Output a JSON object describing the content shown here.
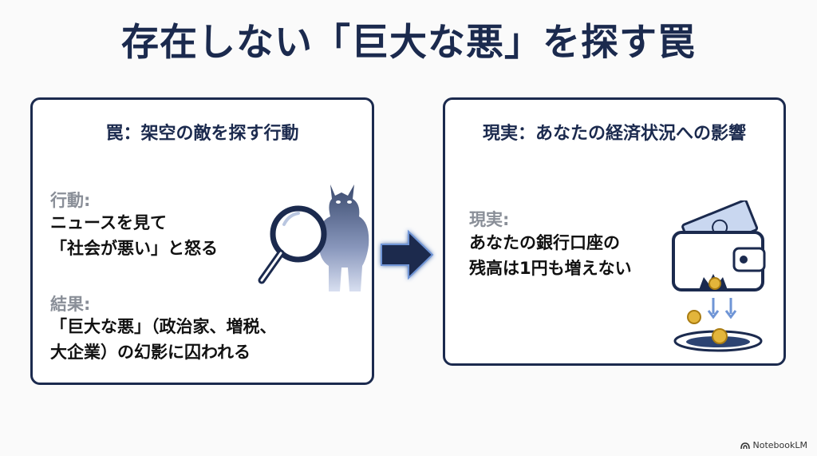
{
  "title": "存在しない「巨大な悪」を探す罠",
  "left_card": {
    "title": "罠：架空の敵を探す行動",
    "action_label": "行動:",
    "action_line1": "ニュースを見て",
    "action_line2": "「社会が悪い」と怒る",
    "result_label": "結果:",
    "result_line1": "「巨大な悪」（政治家、増税、",
    "result_line2": "大企業）の幻影に囚われる"
  },
  "right_card": {
    "title": "現実：あなたの経済状況への影響",
    "reality_label": "現実:",
    "reality_line1": "あなたの銀行口座の",
    "reality_line2": "残高は1円も増えない"
  },
  "brand": "NotebookLM",
  "colors": {
    "navy": "#1b2a4e",
    "gray_label": "#8a8f98",
    "gold": "#e3b53b"
  }
}
